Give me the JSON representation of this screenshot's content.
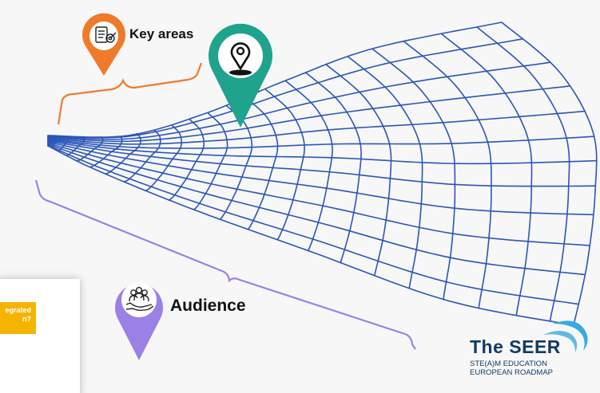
{
  "labels": {
    "key_areas": "Key areas",
    "audience": "Audience"
  },
  "side_card": {
    "text": "egrated\nn?"
  },
  "logo": {
    "title": "The SEER",
    "line1": "STE(A)M EDUCATION",
    "line2": "EUROPEAN ROADMAP"
  },
  "colors": {
    "grid": "#2b55b8",
    "key_areas_bracket": "#f07a2c",
    "audience_bracket": "#9b80e6",
    "key_areas_pin": "#f07a2c",
    "location_pin": "#1fa38c",
    "audience_pin": "#9b80e6",
    "side_box": "#f5b400",
    "logo_text": "#123a63",
    "logo_wave": "#3aa9e0"
  },
  "icons": {
    "key_areas_pin": "checklist-target-icon",
    "location_pin": "map-pin-icon",
    "audience_pin": "people-in-hand-icon",
    "logo_wave": "wave-icon"
  }
}
